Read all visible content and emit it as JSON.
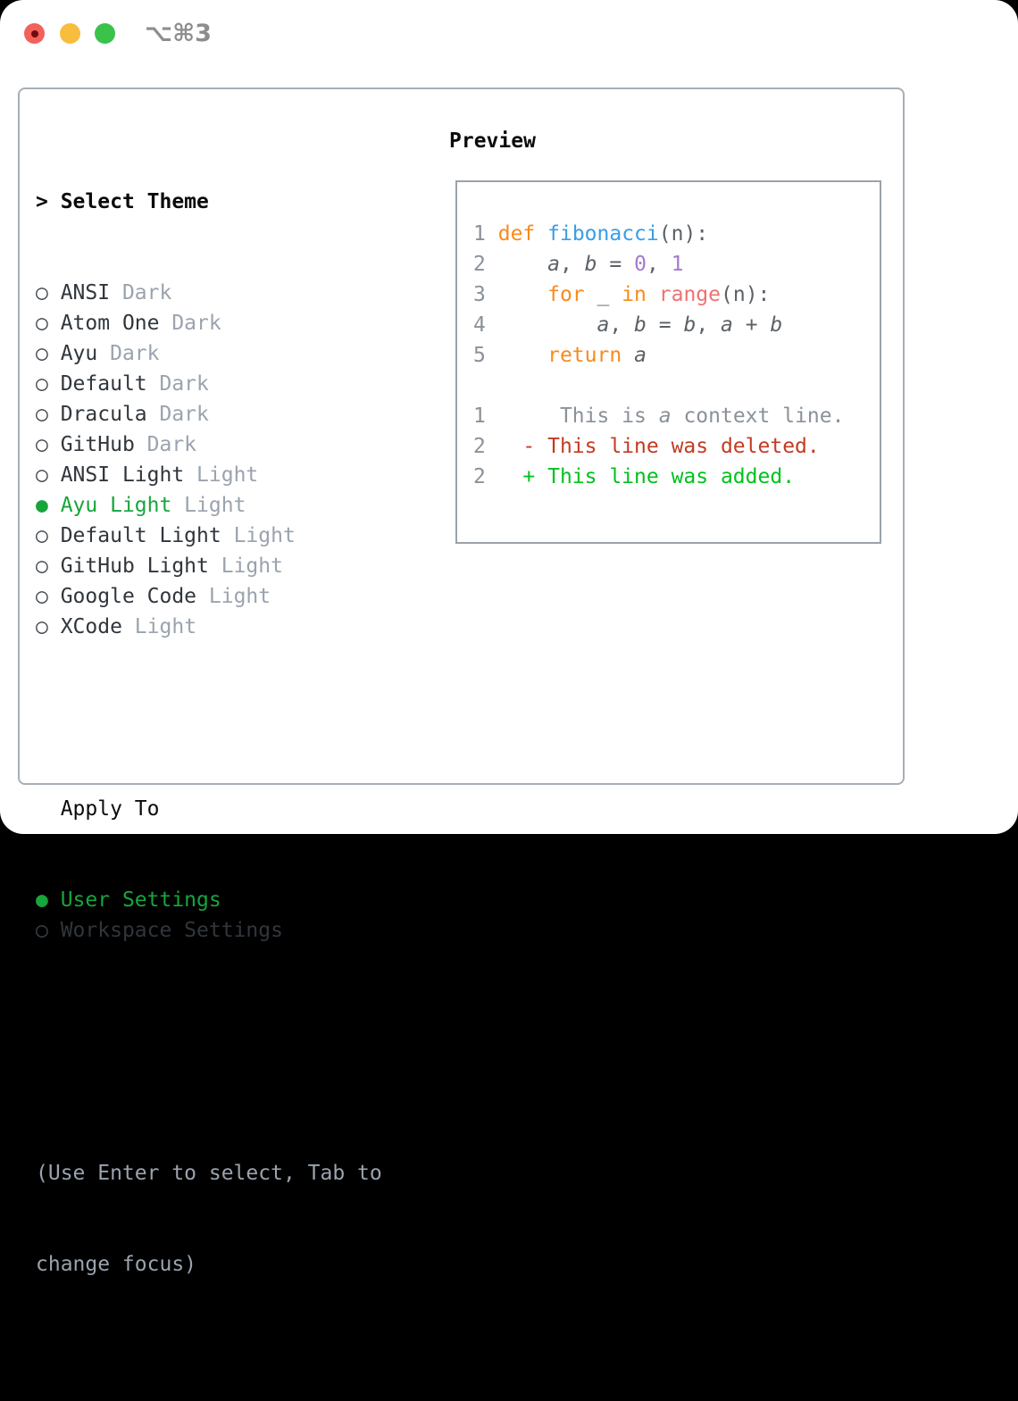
{
  "titlebar": {
    "title": "⌥⌘3"
  },
  "picker": {
    "prompt": "> ",
    "title": "Select Theme",
    "items": [
      {
        "name": "ANSI",
        "variant": "Dark",
        "selected": false
      },
      {
        "name": "Atom One",
        "variant": "Dark",
        "selected": false
      },
      {
        "name": "Ayu",
        "variant": "Dark",
        "selected": false
      },
      {
        "name": "Default",
        "variant": "Dark",
        "selected": false
      },
      {
        "name": "Dracula",
        "variant": "Dark",
        "selected": false
      },
      {
        "name": "GitHub",
        "variant": "Dark",
        "selected": false
      },
      {
        "name": "ANSI Light",
        "variant": "Light",
        "selected": false
      },
      {
        "name": "Ayu Light",
        "variant": "Light",
        "selected": true
      },
      {
        "name": "Default Light",
        "variant": "Light",
        "selected": false
      },
      {
        "name": "GitHub Light",
        "variant": "Light",
        "selected": false
      },
      {
        "name": "Google Code",
        "variant": "Light",
        "selected": false
      },
      {
        "name": "XCode",
        "variant": "Light",
        "selected": false
      }
    ]
  },
  "apply_to": {
    "title": "Apply To",
    "options": [
      {
        "label": "User Settings",
        "selected": true
      },
      {
        "label": "Workspace Settings",
        "selected": false
      }
    ]
  },
  "hint": {
    "line1": "(Use Enter to select, Tab to",
    "line2": "change focus)"
  },
  "preview": {
    "title": "Preview",
    "lines": [
      [
        {
          "t": "1",
          "c": "ln"
        },
        {
          "t": " ",
          "c": ""
        },
        {
          "t": "def",
          "c": "kw"
        },
        {
          "t": " ",
          "c": ""
        },
        {
          "t": "fibonacci",
          "c": "fn"
        },
        {
          "t": "(n):",
          "c": ""
        }
      ],
      [
        {
          "t": "2",
          "c": "ln"
        },
        {
          "t": "     ",
          "c": ""
        },
        {
          "t": "a",
          "c": "var"
        },
        {
          "t": ", ",
          "c": ""
        },
        {
          "t": "b",
          "c": "var"
        },
        {
          "t": " = ",
          "c": ""
        },
        {
          "t": "0",
          "c": "num"
        },
        {
          "t": ", ",
          "c": ""
        },
        {
          "t": "1",
          "c": "num"
        }
      ],
      [
        {
          "t": "3",
          "c": "ln"
        },
        {
          "t": "     ",
          "c": ""
        },
        {
          "t": "for",
          "c": "kw"
        },
        {
          "t": " _ ",
          "c": ""
        },
        {
          "t": "in",
          "c": "kw"
        },
        {
          "t": " ",
          "c": ""
        },
        {
          "t": "range",
          "c": "call"
        },
        {
          "t": "(n):",
          "c": ""
        }
      ],
      [
        {
          "t": "4",
          "c": "ln"
        },
        {
          "t": "         ",
          "c": ""
        },
        {
          "t": "a",
          "c": "var"
        },
        {
          "t": ", ",
          "c": ""
        },
        {
          "t": "b",
          "c": "var"
        },
        {
          "t": " = ",
          "c": ""
        },
        {
          "t": "b",
          "c": "var"
        },
        {
          "t": ", ",
          "c": ""
        },
        {
          "t": "a",
          "c": "var"
        },
        {
          "t": " + ",
          "c": ""
        },
        {
          "t": "b",
          "c": "var"
        }
      ],
      [
        {
          "t": "5",
          "c": "ln"
        },
        {
          "t": "     ",
          "c": ""
        },
        {
          "t": "return",
          "c": "kw"
        },
        {
          "t": " ",
          "c": ""
        },
        {
          "t": "a",
          "c": "var"
        }
      ],
      [],
      [
        {
          "t": "1",
          "c": "ln"
        },
        {
          "t": "      ",
          "c": ""
        },
        {
          "t": "This is ",
          "c": "ctx"
        },
        {
          "t": "a",
          "c": "ctx it"
        },
        {
          "t": " context line.",
          "c": "ctx"
        }
      ],
      [
        {
          "t": "2",
          "c": "ln"
        },
        {
          "t": "   ",
          "c": ""
        },
        {
          "t": "- This line was deleted.",
          "c": "del"
        }
      ],
      [
        {
          "t": "2",
          "c": "ln"
        },
        {
          "t": "   ",
          "c": ""
        },
        {
          "t": "+ This line was added.",
          "c": "add"
        }
      ]
    ]
  },
  "colors": {
    "green": "#17A53C",
    "added": "#00C21D",
    "deleted": "#C23B22",
    "kw": "#F88A1D",
    "fn": "#399EE6",
    "numc": "#A37ACC",
    "call": "#F07171",
    "fg": "#5C6166",
    "ln": "#8A9199",
    "muted": "#9AA3AE",
    "text": "#30363C",
    "heading": "#0B0B0B",
    "border": "#A7AEB5",
    "border2": "#9BA2A9",
    "title": "#8D8D8D",
    "tl_red": "#F2615A",
    "tl_red_dot": "#6D0D0D",
    "tl_yellow": "#F7BE3E",
    "tl_green": "#3AC24B"
  }
}
